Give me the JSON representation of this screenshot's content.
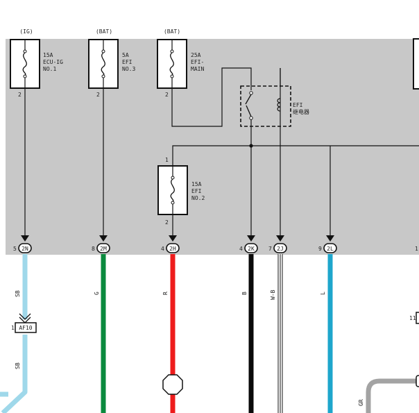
{
  "header_labels": [
    "(IG)",
    "(BAT)",
    "(BAT)"
  ],
  "fuses": [
    {
      "rating": "15A",
      "name_line1": "ECU-IG",
      "name_line2": "NO.1",
      "pin_bottom": "2"
    },
    {
      "rating": "5A",
      "name_line1": "EFI",
      "name_line2": "NO.3",
      "pin_bottom": "2"
    },
    {
      "rating": "25A",
      "name_line1": "EFI-",
      "name_line2": "MAIN",
      "pin_bottom": "2"
    },
    {
      "rating": "15A",
      "name_line1": "EFI",
      "name_line2": "NO.2",
      "pin_top": "1",
      "pin_bottom": "2"
    }
  ],
  "relay": {
    "line1": "EFI",
    "line2": "继电器"
  },
  "connectors": [
    {
      "pin": "5",
      "code": "2N"
    },
    {
      "pin": "8",
      "code": "2M"
    },
    {
      "pin": "4",
      "code": "2H"
    },
    {
      "pin": "4",
      "code": "2K"
    },
    {
      "pin": "7",
      "code": "2J"
    },
    {
      "pin": "9",
      "code": "2L"
    },
    {
      "pin": "1",
      "code": ""
    }
  ],
  "wires": [
    {
      "label": "SB",
      "color": "#9fd8ea"
    },
    {
      "label": "G",
      "color": "#0b8a3e"
    },
    {
      "label": "R",
      "color": "#ee1c1c"
    },
    {
      "label": "B",
      "color": "#0a0a0a"
    },
    {
      "label": "W-B",
      "color": "#ffffff"
    },
    {
      "label": "L",
      "color": "#1ea6cc"
    },
    {
      "label": "GR",
      "color": "#a3a3a3"
    }
  ],
  "sb_lower_label": "SB",
  "sb_connector": {
    "pin": "1",
    "code": "AF10"
  },
  "right_pin": "11",
  "colors": {
    "panel": "#c8c8c8",
    "line": "#111111"
  }
}
